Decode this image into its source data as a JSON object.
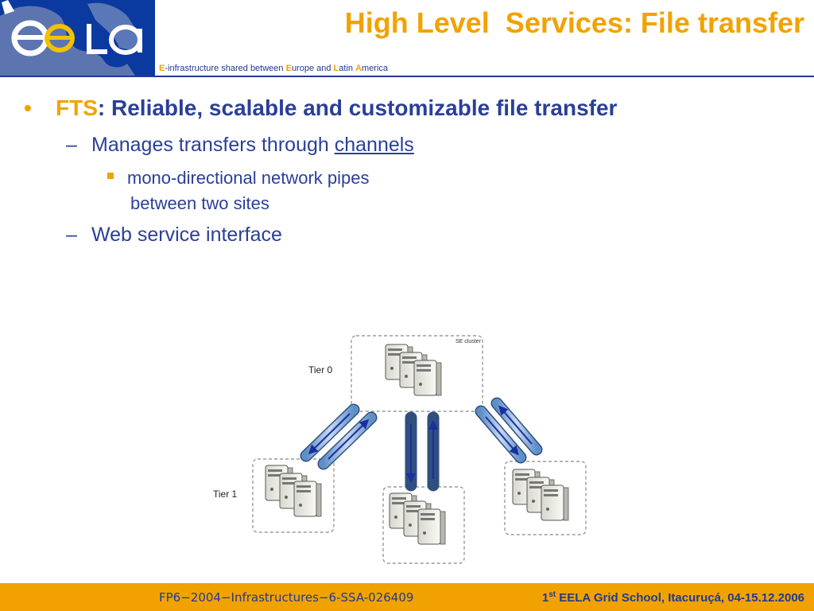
{
  "header": {
    "logo_alt": "EELA",
    "title": "High Level  Services: File transfer",
    "tagline": {
      "e1": "E",
      "part1": "-infrastructure shared between ",
      "e2": "E",
      "part2": "urope and ",
      "l": "L",
      "part3": "atin ",
      "a": "A",
      "part4": "merica"
    }
  },
  "content": {
    "bullet1": {
      "symbol": "•",
      "fts": "FTS",
      "rest": ": Reliable, scalable and customizable file transfer"
    },
    "sub1": {
      "dash": "–",
      "text": "Manages transfers through ",
      "link": "channels"
    },
    "subsub1": {
      "line1": "mono-directional network pipes",
      "line2": "between two sites"
    },
    "sub2": {
      "dash": "–",
      "text": "Web service interface"
    }
  },
  "diagram": {
    "tier0_label": "Tier 0",
    "tier1_label": "Tier 1",
    "se_cluster_label": "SE cluster"
  },
  "footer": {
    "left": "FP6−2004−Infrastructures−6-SSA-026409",
    "right_sup": "st",
    "right_prefix": "1",
    "right_text": " EELA Grid School, Itacuruçá, 04-15.12.2006"
  },
  "colors": {
    "accent_orange": "#f2a200",
    "text_blue": "#2a3f9a",
    "logo_blue": "#0a3aa0"
  }
}
